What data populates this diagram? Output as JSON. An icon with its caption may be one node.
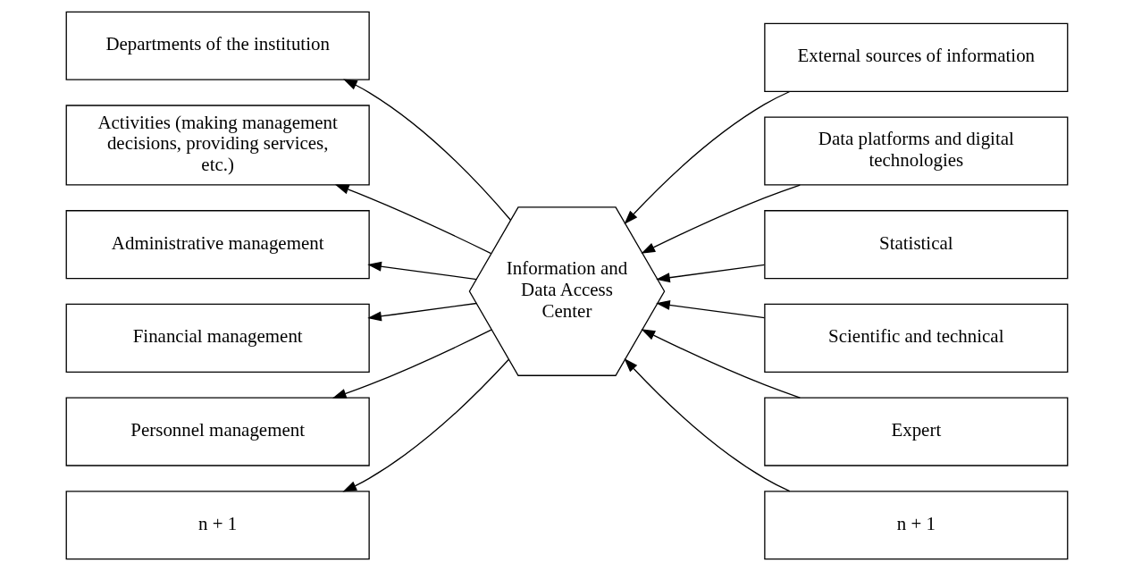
{
  "diagram": {
    "nodes": [
      {
        "text": [
          "Departments of the institution"
        ]
      },
      {
        "text": [
          "Activities (making management decisions, providing services, etc.)"
        ]
      },
      {
        "text": [
          "Administrative management"
        ]
      },
      {
        "text": [
          "Financial management"
        ]
      },
      {
        "text": [
          "Personnel management"
        ]
      },
      {
        "text": [
          "n + 1"
        ]
      },
      {
        "text": [
          "Information and Data Access Center"
        ]
      },
      {
        "text": [
          "External sources of information"
        ]
      },
      {
        "text": [
          "Data platforms and digital technologies"
        ]
      },
      {
        "text": [
          "Statistical"
        ]
      },
      {
        "text": [
          "Scientific and technical"
        ]
      },
      {
        "text": [
          "Expert"
        ]
      },
      {
        "text": [
          "n + 1"
        ]
      }
    ],
    "edges": [
      {
        "from": 6,
        "to": 0,
        "arrow": "to"
      },
      {
        "from": 6,
        "to": 1,
        "arrow": "to"
      },
      {
        "from": 6,
        "to": 2,
        "arrow": "to"
      },
      {
        "from": 6,
        "to": 3,
        "arrow": "to"
      },
      {
        "from": 6,
        "to": 4,
        "arrow": "to"
      },
      {
        "from": 6,
        "to": 5,
        "arrow": "to"
      },
      {
        "from": 7,
        "to": 6,
        "arrow": "to"
      },
      {
        "from": 8,
        "to": 6,
        "arrow": "to"
      },
      {
        "from": 9,
        "to": 6,
        "arrow": "to"
      },
      {
        "from": 10,
        "to": 6,
        "arrow": "to"
      },
      {
        "from": 11,
        "to": 6,
        "arrow": "to"
      },
      {
        "from": 12,
        "to": 6,
        "arrow": "to"
      }
    ]
  }
}
